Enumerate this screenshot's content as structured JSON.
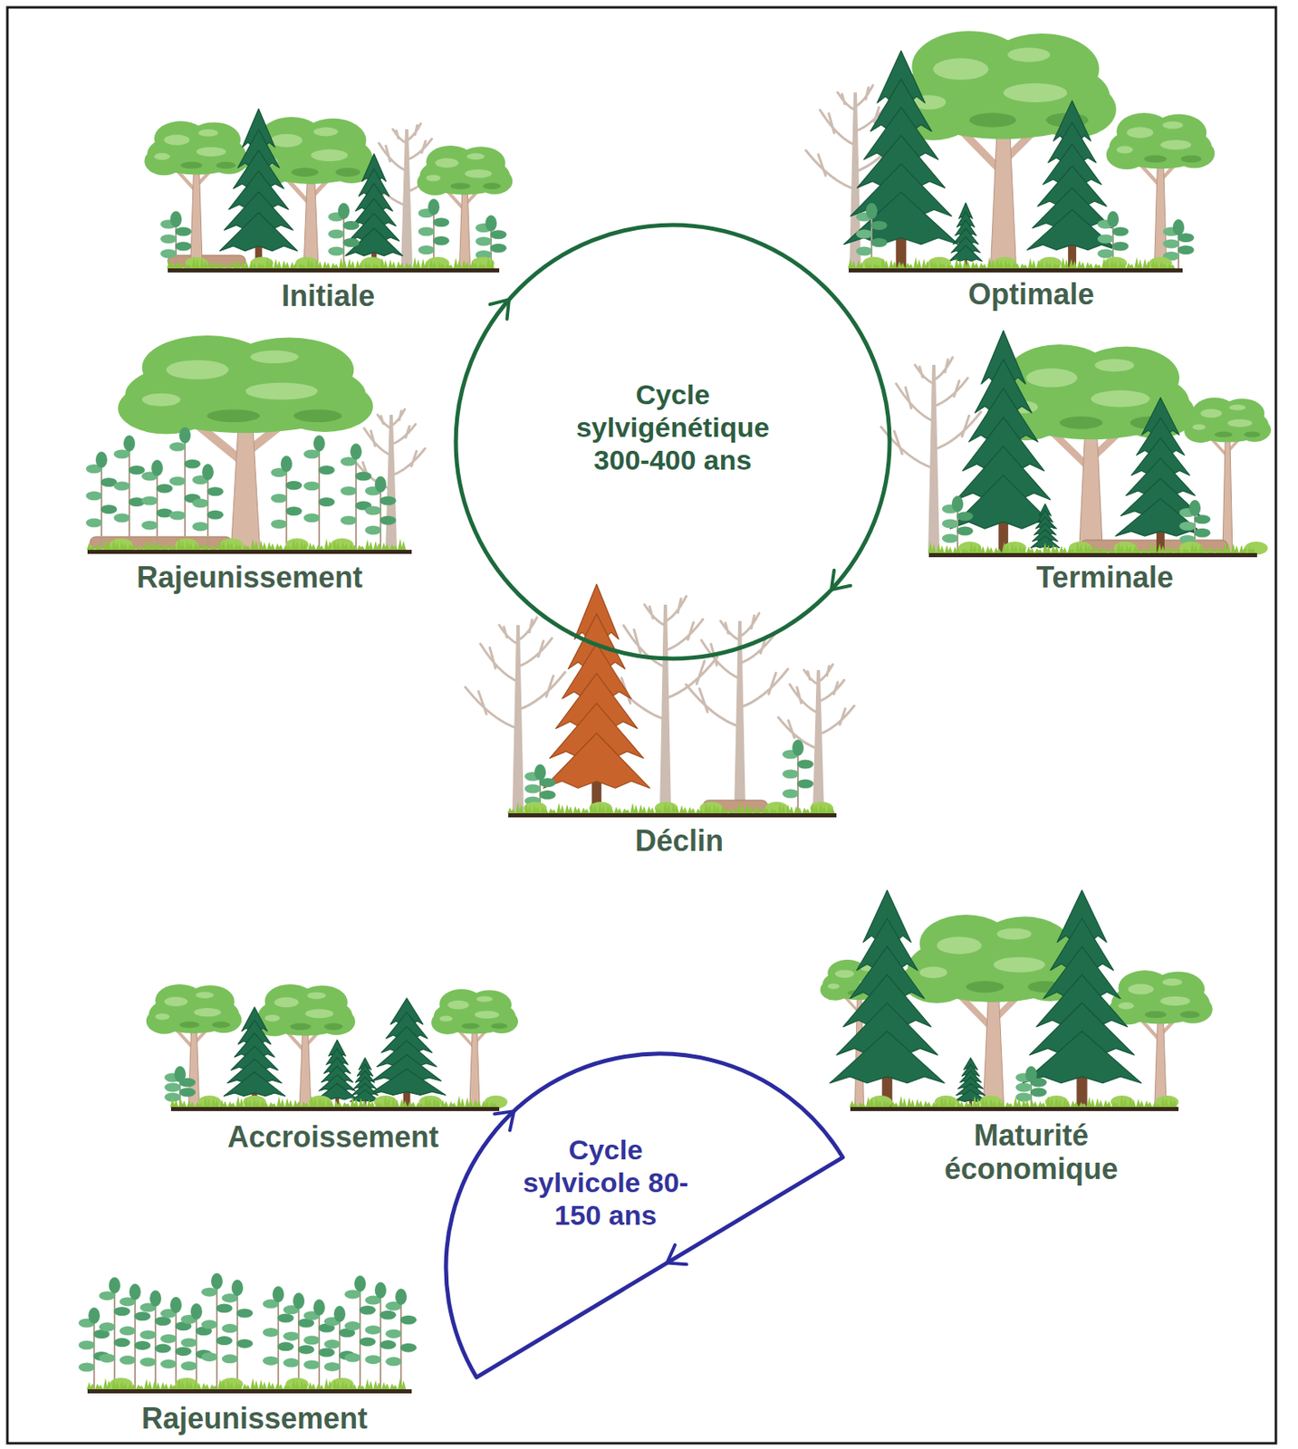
{
  "diagram": {
    "nodes": [
      {
        "text": [
          "Cycle sylvigénétique 300-400 ans"
        ]
      },
      {
        "text": [
          "Cycle sylvicole 80-150 ans"
        ]
      }
    ],
    "labels": [
      "Initiale",
      "Optimale",
      "Rajeunissement",
      "Terminale",
      "Déclin",
      "Accroissement",
      "Maturité économique",
      "Rajeunissement"
    ]
  }
}
